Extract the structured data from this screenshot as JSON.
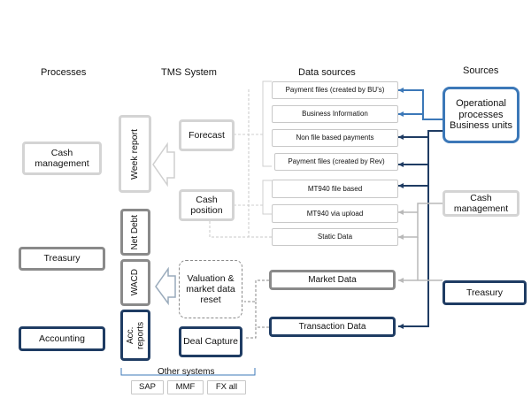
{
  "headers": {
    "processes": "Processes",
    "tms": "TMS System",
    "data_sources": "Data sources",
    "sources": "Sources"
  },
  "processes": {
    "cash_management": "Cash management",
    "treasury": "Treasury",
    "accounting": "Accounting"
  },
  "reports": {
    "week_report": "Week report",
    "net_debt": "Net Debt",
    "wacd": "WACD",
    "acc_reports": "Acc. reports"
  },
  "tms": {
    "forecast": "Forecast",
    "cash_position": "Cash position",
    "valuation": "Valuation & market data reset",
    "deal_capture": "Deal Capture"
  },
  "data_sources": {
    "payment_files_bu": "Payment files (created by BU's)",
    "business_information": "Business Information",
    "non_file_payments": "Non file based payments",
    "payment_files_rev": "Payment files (created by Rev)",
    "mt940_file": "MT940 file based",
    "mt940_upload": "MT940 via upload",
    "static_data": "Static Data",
    "market_data": "Market Data",
    "transaction_data": "Transaction Data"
  },
  "sources": {
    "operational": "Operational processes Business units",
    "cash_management": "Cash management",
    "treasury": "Treasury"
  },
  "other_systems": {
    "label": "Other systems",
    "items": [
      "SAP",
      "MMF",
      "FX all"
    ]
  },
  "colors": {
    "dark_navy": "#1f3c63",
    "blue": "#3c78b8",
    "grey": "#8a8a8a",
    "light_grey": "#d4d4d4"
  }
}
